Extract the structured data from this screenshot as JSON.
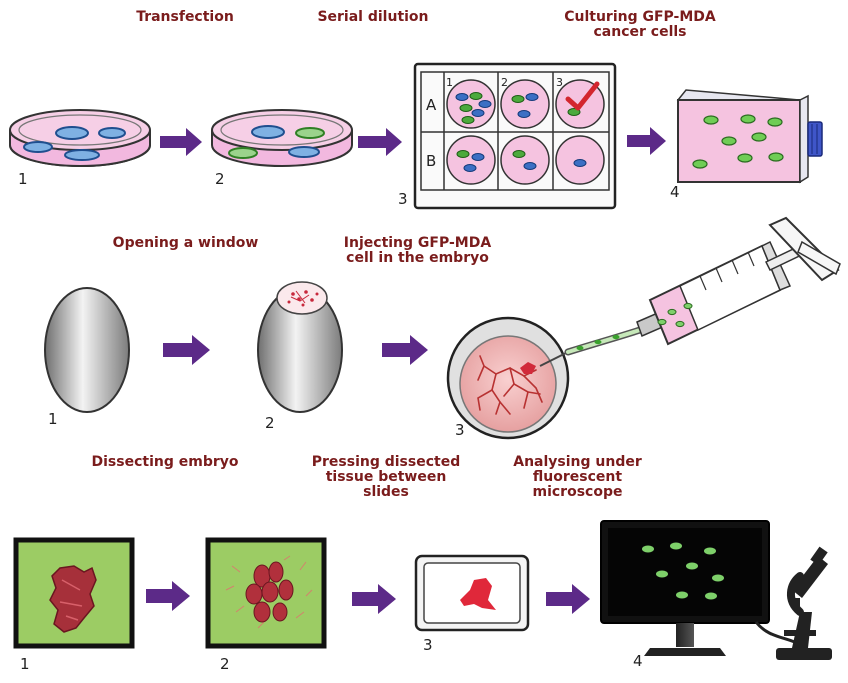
{
  "colors": {
    "label": "#7a1c1c",
    "arrow": "#5c2a88",
    "dish_liquid": "#f2b8df",
    "cell_blue": "#2f6fb7",
    "cell_green": "#4caa3c",
    "tissue": "#c8283c",
    "panel_green": "#9ccc64",
    "egg_gray": "#9a9a9a"
  },
  "row1": {
    "labels": {
      "transfection": "Transfection",
      "serial_dilution": "Serial dilution",
      "culturing": "Culturing GFP-MDA\ncancer cells"
    },
    "steps": [
      "1",
      "2",
      "3",
      "4"
    ],
    "plate": {
      "columns": [
        "1",
        "2",
        "3"
      ],
      "rows": [
        "A",
        "B"
      ]
    }
  },
  "row2": {
    "labels": {
      "opening_window": "Opening a window",
      "injecting": "Injecting GFP-MDA\ncell in the embryo"
    },
    "steps": [
      "1",
      "2",
      "3"
    ]
  },
  "row3": {
    "labels": {
      "dissecting": "Dissecting embryo",
      "pressing": "Pressing dissected\ntissue between\nslides",
      "analysing": "Analysing under\nfluorescent\nmicroscope"
    },
    "steps": [
      "1",
      "2",
      "3",
      "4"
    ]
  }
}
